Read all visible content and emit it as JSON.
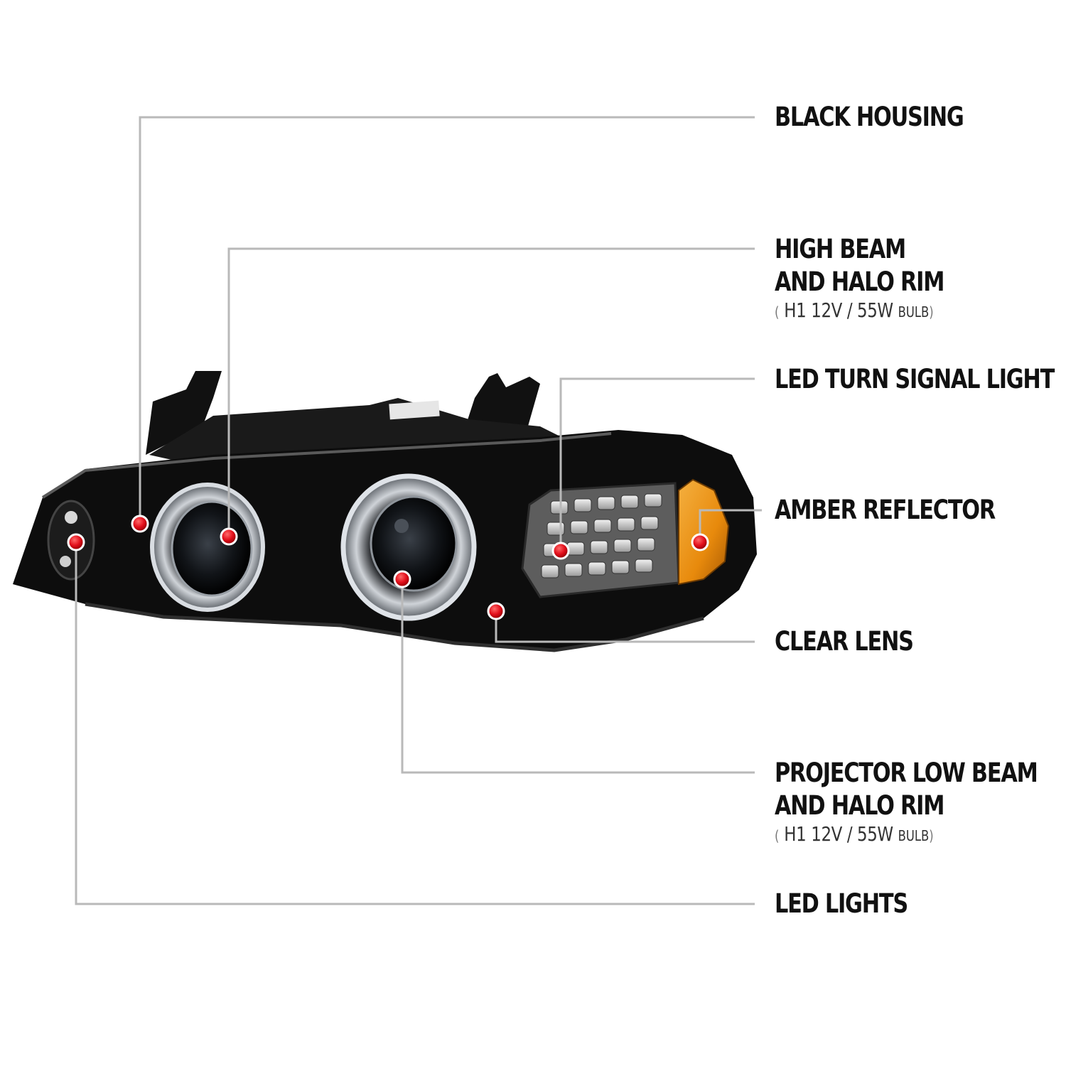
{
  "callouts": {
    "black_housing": {
      "label": "BLACK HOUSING"
    },
    "high_beam": {
      "line1": "HIGH BEAM",
      "line2": "AND HALO RIM",
      "spec_open": "(",
      "spec_main": "H1  12V / 55W",
      "spec_unit": "BULB",
      "spec_close": ")"
    },
    "led_turn_signal": {
      "label": "LED TURN SIGNAL LIGHT"
    },
    "amber_reflector": {
      "label": "AMBER REFLECTOR"
    },
    "clear_lens": {
      "label": "CLEAR LENS"
    },
    "projector_low_beam": {
      "line1": "PROJECTOR LOW BEAM",
      "line2": "AND HALO RIM",
      "spec_open": "(",
      "spec_main": "H1  12V / 55W",
      "spec_unit": "BULB",
      "spec_close": ")"
    },
    "led_lights": {
      "label": "LED LIGHTS"
    }
  },
  "colors": {
    "leader_line": "#b9b9b9",
    "marker": "#e3101c",
    "housing": "#0d0d0d",
    "amber": "#e88a0c",
    "label_text": "#111111"
  }
}
